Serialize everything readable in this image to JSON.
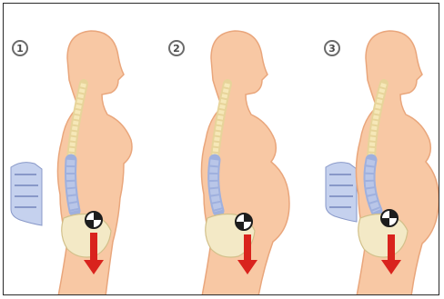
{
  "panels": [
    {
      "number": "1",
      "pregnancy": 0
    },
    {
      "number": "2",
      "pregnancy": 1
    },
    {
      "number": "3",
      "pregnancy": 1
    }
  ],
  "colors": {
    "skin": "#f8c8a4",
    "skin_outline": "#e9a67c",
    "spine_upper": "#f6e8b8",
    "spine_lower": "#b9c6e8",
    "pelvis": "#f3e9c6",
    "arrow": "#d9231d",
    "frame": "#2a2a2a"
  },
  "icons": {
    "center_of_gravity": "center-of-gravity-marker",
    "vertebrae_detail": "vertebrae-detail-icon",
    "gravity_arrow": "arrow-down-icon"
  }
}
